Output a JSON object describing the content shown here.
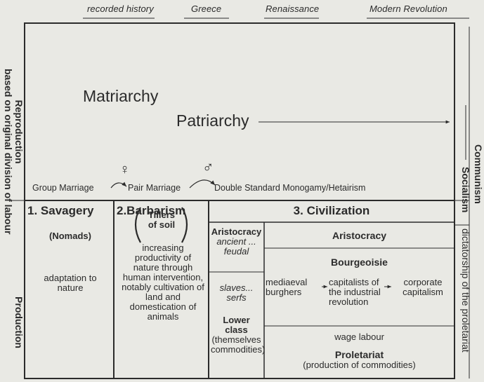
{
  "timeline": {
    "labels": [
      "recorded history",
      "Greece",
      "Renaissance",
      "Modern Revolution"
    ]
  },
  "side_left": {
    "reproduction": "Reproduction",
    "reproduction_sub": "based on original division of labour",
    "production": "Production"
  },
  "side_right": {
    "communism": "Communism",
    "socialism": "Socialism",
    "dictatorship": "dictatorship of the proletariat"
  },
  "upper": {
    "matriarchy": "Matriarchy",
    "patriarchy": "Patriarchy",
    "female_symbol": "♀",
    "male_symbol": "♂",
    "marriage": [
      "Group Marriage",
      "Pair Marriage",
      "Double Standard Monogamy/Hetairism"
    ]
  },
  "stages": {
    "savagery": {
      "title": "1. Savagery",
      "sub": "(Nomads)",
      "desc": "adaptation to nature"
    },
    "barbarism": {
      "title": "2.Barbarism",
      "sub": "Tillers of soil",
      "desc": "increasing productivity of nature through human intervention, notably cultivation of land and domestication of animals"
    },
    "civilization": {
      "title": "3. Civilization",
      "col1": {
        "aristocracy": "Aristocracy",
        "aristocracy_sub": "ancient ... feudal",
        "slaves": "slaves... serfs",
        "lower": "Lower class",
        "lower_sub": "(themselves commodities)"
      },
      "col2": {
        "aristocracy": "Aristocracy",
        "bourgeoisie": "Bourgeoisie",
        "mediaeval": "mediaeval burghers",
        "capitalists": "capitalists of the industrial revolution",
        "corporate": "corporate capitalism",
        "wage": "wage labour",
        "proletariat": "Proletariat",
        "proletariat_sub": "(production of commodities)"
      }
    }
  }
}
